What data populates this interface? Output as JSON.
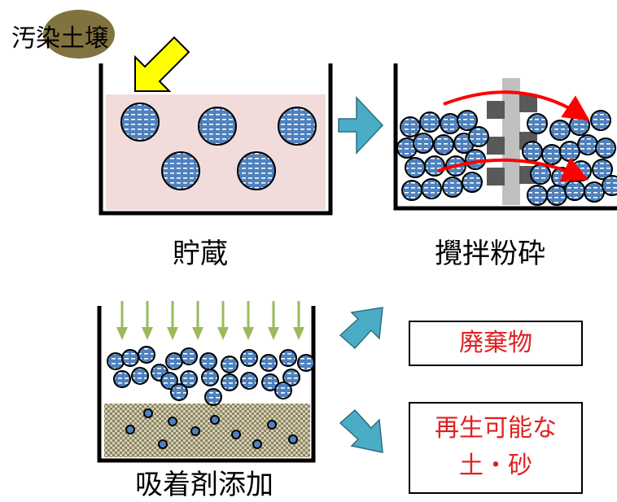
{
  "labels": {
    "input": "汚染土壌",
    "storage": "貯蔵",
    "crushing": "攪拌粉砕",
    "adsorbent": "吸着剤添加",
    "waste": "廃棄物",
    "recyclable_line1": "再生可能な",
    "recyclable_line2": "土・砂"
  },
  "colors": {
    "tank_line": "#000000",
    "storage_fill": "#f2dcdb",
    "input_arrow": "#ffff00",
    "flow_arrow": "#4bacc6",
    "stir_arrow": "#ff0000",
    "adsorbent_arrow": "#9bbb59",
    "particle": "#4f81bd",
    "text_highlight": "#6b5a1e",
    "output_text": "#e02020"
  }
}
